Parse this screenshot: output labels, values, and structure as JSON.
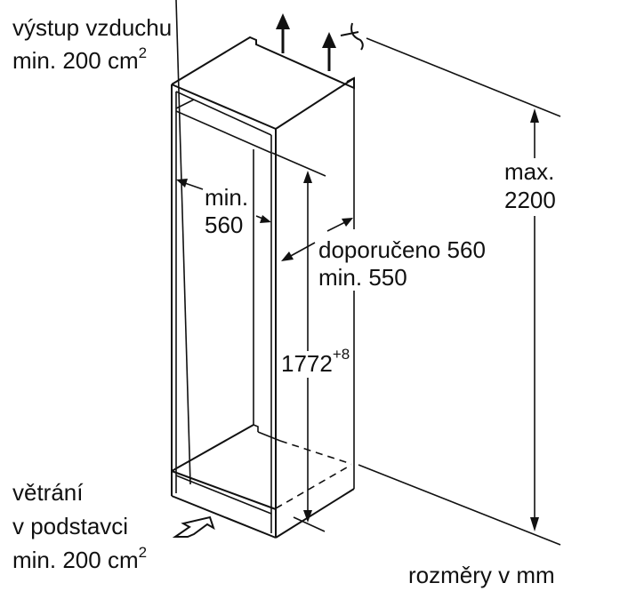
{
  "labels": {
    "air_outlet_line1": "výstup vzduchu",
    "air_outlet_line2": "min. 200 cm",
    "air_outlet_sup": "2",
    "width_line1": "min.",
    "width_line2": "560",
    "depth_line1": "doporučeno 560",
    "depth_line2": "min. 550",
    "height_value": "1772",
    "height_tolerance": "+8",
    "max_line1": "max.",
    "max_line2": "2200",
    "vent_line1": "větrání",
    "vent_line2": "v podstavci",
    "vent_line3": "min. 200 cm",
    "vent_sup": "2",
    "units": "rozměry v mm"
  }
}
